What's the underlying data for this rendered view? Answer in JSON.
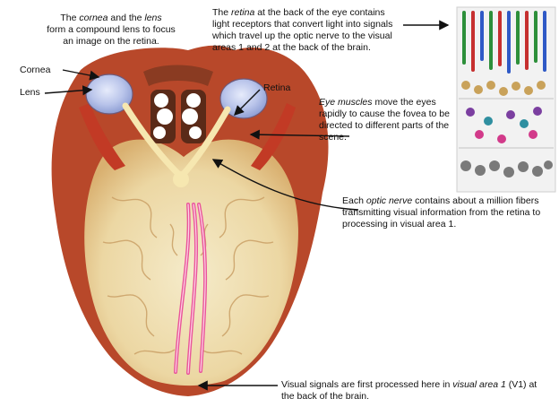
{
  "labels": {
    "cornea": "Cornea",
    "lens": "Lens",
    "retina": "Retina"
  },
  "annotations": {
    "lens_intro": {
      "line1_pre": "The ",
      "line1_em1": "cornea",
      "line1_mid": " and the ",
      "line1_em2": "lens",
      "line2": "form a compound lens to focus",
      "line3": "an image on the retina."
    },
    "retina_info": {
      "pre": "The ",
      "em": "retina",
      "post": " at the back of the eye contains light receptors that convert light into signals which travel up the optic nerve to the visual areas 1 and 2 at the back of the brain."
    },
    "eye_muscles": {
      "em": "Eye muscles",
      "post": " move the eyes rapidly to cause the fovea to be directed to different parts of the scene."
    },
    "optic_nerve": {
      "pre": "Each ",
      "em": "optic nerve",
      "post": " contains about a million fibers transmitting visual information from the retina to processing in visual area 1."
    },
    "visual_signals": {
      "pre": "Visual signals are first processed here in ",
      "em": "visual area 1",
      "post": " (V1) at the back of the brain."
    }
  },
  "colors": {
    "brain_outer": "#b8482a",
    "cortex": "#e8c78a",
    "white_matter": "#f3e6c2",
    "eye": "#b9c4ea",
    "optic_pathway": "#e9559a"
  }
}
